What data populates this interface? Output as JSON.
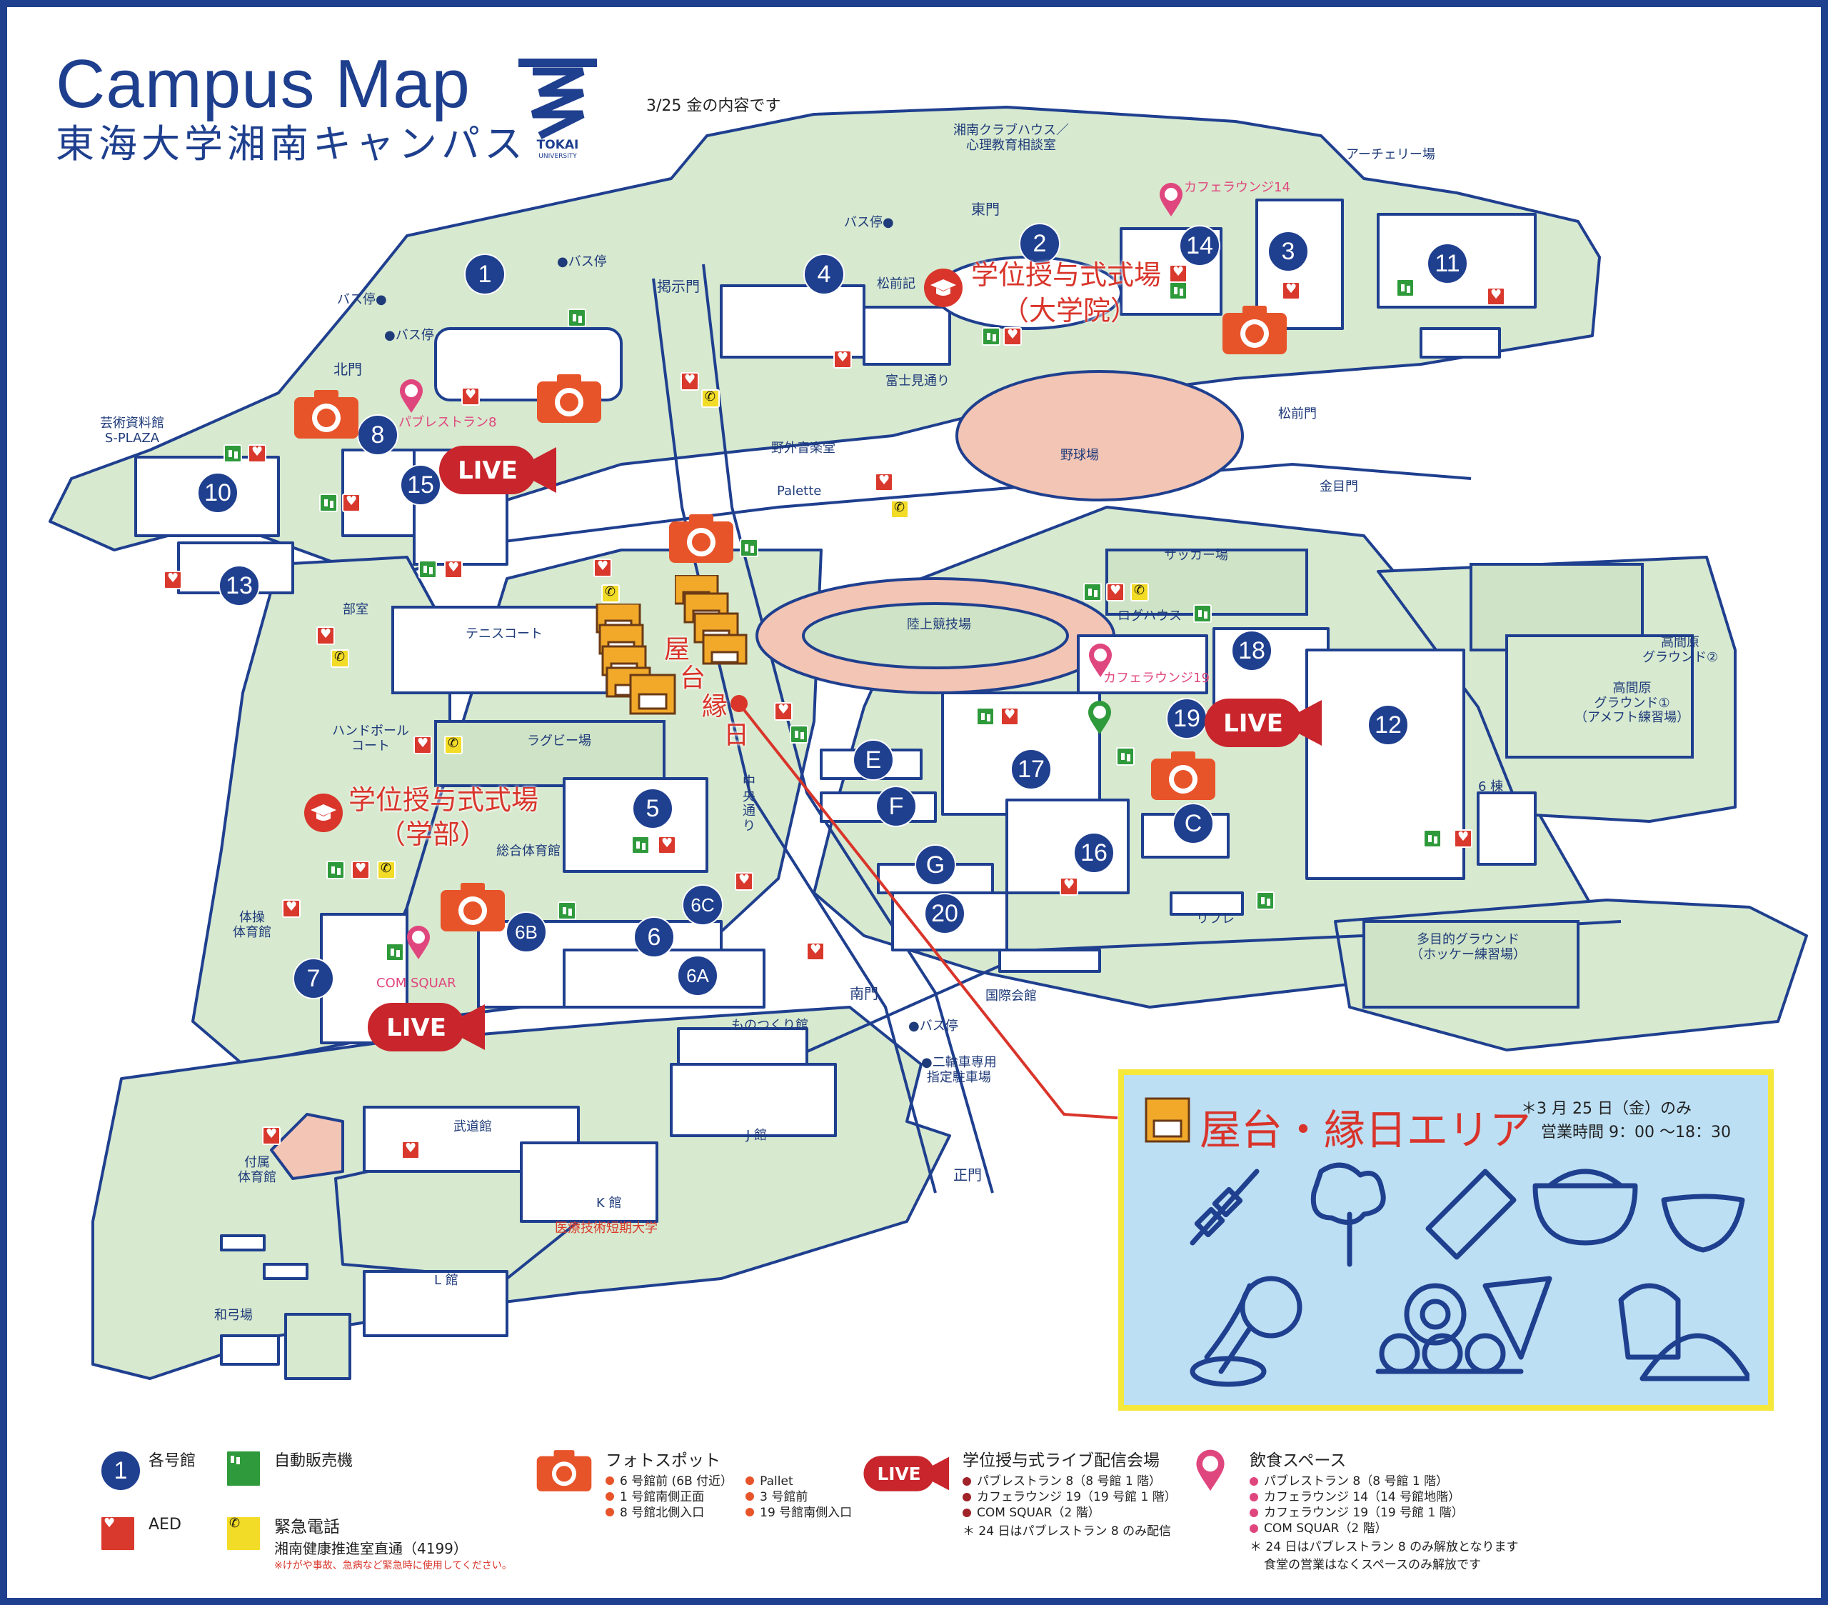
{
  "header": {
    "title": "Campus Map",
    "subtitle": "東海大学湘南キャンパス",
    "date_note": "3/25 金の内容です",
    "logo_text": "TOKAI UNIVERSITY"
  },
  "buildings": [
    "1",
    "2",
    "3",
    "4",
    "5",
    "6",
    "6A",
    "6B",
    "6C",
    "7",
    "8",
    "10",
    "11",
    "12",
    "13",
    "14",
    "15",
    "16",
    "17",
    "18",
    "19",
    "20",
    "E",
    "F",
    "G",
    "C"
  ],
  "places": {
    "shonan_club": "湘南クラブハウス／\n心理教育相談室",
    "archery": "アーチェリー場",
    "cafe14": "カフェラウンジ14",
    "east_gate": "東門",
    "bus1": "バス停●",
    "bus2": "●バス停",
    "bus3": "バス停●",
    "bus4": "●バス停",
    "bus5": "●バス停",
    "keiji_gate": "掲示門",
    "matsumaeki": "松前記",
    "north_gate": "北門",
    "fujimi": "富士見通り",
    "matsumae_gate": "松前門",
    "pub8": "パブレストラン8",
    "art": "芸術資料館\nS-PLAZA",
    "yagai": "野外音楽堂",
    "palette": "Palette",
    "baseball": "野球場",
    "kinmon": "金目門",
    "soccer": "サッカー場",
    "track": "陸上競技場",
    "loghouse": "ログハウス",
    "bushitsu": "部室",
    "tennis": "テニスコート",
    "cafe19": "カフェラウンジ19",
    "handball": "ハンドボール\nコート",
    "rugby": "ラグビー場",
    "takamagahara2": "高間原\nグラウンド②",
    "takamagahara1": "高間原\nグラウンド①\n（アメフト練習場）",
    "bldg6": "6 棟",
    "sogo": "総合体育館",
    "chuo": "中\n央\n通\nり",
    "taiso": "体操\n体育館",
    "refure": "リフレ",
    "tamokuteki": "多目的グラウンド\n（ホッケー練習場）",
    "comsquar": "COM SQUAR",
    "south_gate": "南門",
    "kokusai": "国際会館",
    "monozukuri": "ものつくり館",
    "bike": "●二輪車専用\n指定駐車場",
    "budokan": "武道館",
    "jkan": "J 館",
    "fuzoku": "付属\n体育館",
    "kkan": "K 館",
    "iryo": "医療技術短期大学",
    "seimon": "正門",
    "lkan": "L 館",
    "kyudo": "和弓場"
  },
  "ceremony": {
    "grad_line1": "学位授与式式場",
    "grad_line2": "（大学院）",
    "under_line1": "学位授与式式場",
    "under_line2": "（学部）"
  },
  "stall_label": [
    "屋",
    "台",
    "縁",
    "日"
  ],
  "live_label": "LIVE",
  "yatai": {
    "title": "屋台・縁日エリア",
    "note_line1": "＊3 月 25 日（金）のみ",
    "note_line2": "営業時間 9：00 ～18：30"
  },
  "legend": {
    "buildings": "各号館",
    "vending": "自動販売機",
    "aed": "AED",
    "phone_title": "緊急電話",
    "phone_line": "湘南健康推進室直通（4199）",
    "phone_note": "※けがや事故、急病など緊急時に使用してください。",
    "photo_title": "フォトスポット",
    "photo_items": [
      "6 号館前 (6B 付近）",
      "Pallet",
      "1 号館南側正面",
      "3 号館前",
      "8 号館北側入口",
      "19 号館南側入口"
    ],
    "live_title": "学位授与式ライブ配信会場",
    "live_items": [
      "パブレストラン 8（8 号館 1 階）",
      "カフェラウンジ 19（19 号館 1 階）",
      "COM SQUAR（2 階）"
    ],
    "live_note": "＊ 24 日はパブレストラン 8 のみ配信",
    "food_title": "飲食スペース",
    "food_items": [
      "パブレストラン 8（8 号館 1 階）",
      "カフェラウンジ 14（14 号館地階）",
      "カフェラウンジ 19（19 号館 1 階）",
      "COM SQUAR（2 階）"
    ],
    "food_note1": "＊ 24 日はパブレストラン 8 のみ解放となります",
    "food_note2": "食堂の営業はなくスペースのみ解放です"
  },
  "colors": {
    "navy": "#1f3f8f",
    "green_ground": "#d9ead1",
    "red": "#d9382c",
    "orange": "#e8542a",
    "pink": "#e0467e",
    "yellow": "#f6e83a",
    "lightblue": "#bcdff3"
  }
}
